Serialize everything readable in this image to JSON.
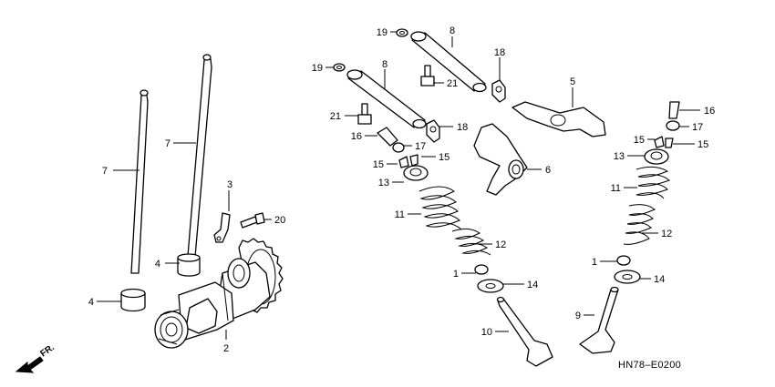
{
  "callouts": {
    "c7a": "7",
    "c7b": "7",
    "c3": "3",
    "c20": "20",
    "c4a": "4",
    "c4b": "4",
    "c2": "2",
    "c19a": "19",
    "c8a": "8",
    "c18a": "18",
    "c21a": "21",
    "c19b": "19",
    "c8b": "8",
    "c21b": "21",
    "c16a": "16",
    "c18b": "18",
    "c17a": "17",
    "c15a": "15",
    "c15b": "15",
    "c13a": "13",
    "c11a": "11",
    "c12a": "12",
    "c1a": "1",
    "c14a": "14",
    "c10": "10",
    "c5": "5",
    "c6": "6",
    "c16b": "16",
    "c17b": "17",
    "c15c": "15",
    "c15d": "15",
    "c13b": "13",
    "c11b": "11",
    "c12b": "12",
    "c1b": "1",
    "c14b": "14",
    "c9": "9"
  },
  "direction_label": "FR.",
  "figure_code": "HN78–E0200"
}
